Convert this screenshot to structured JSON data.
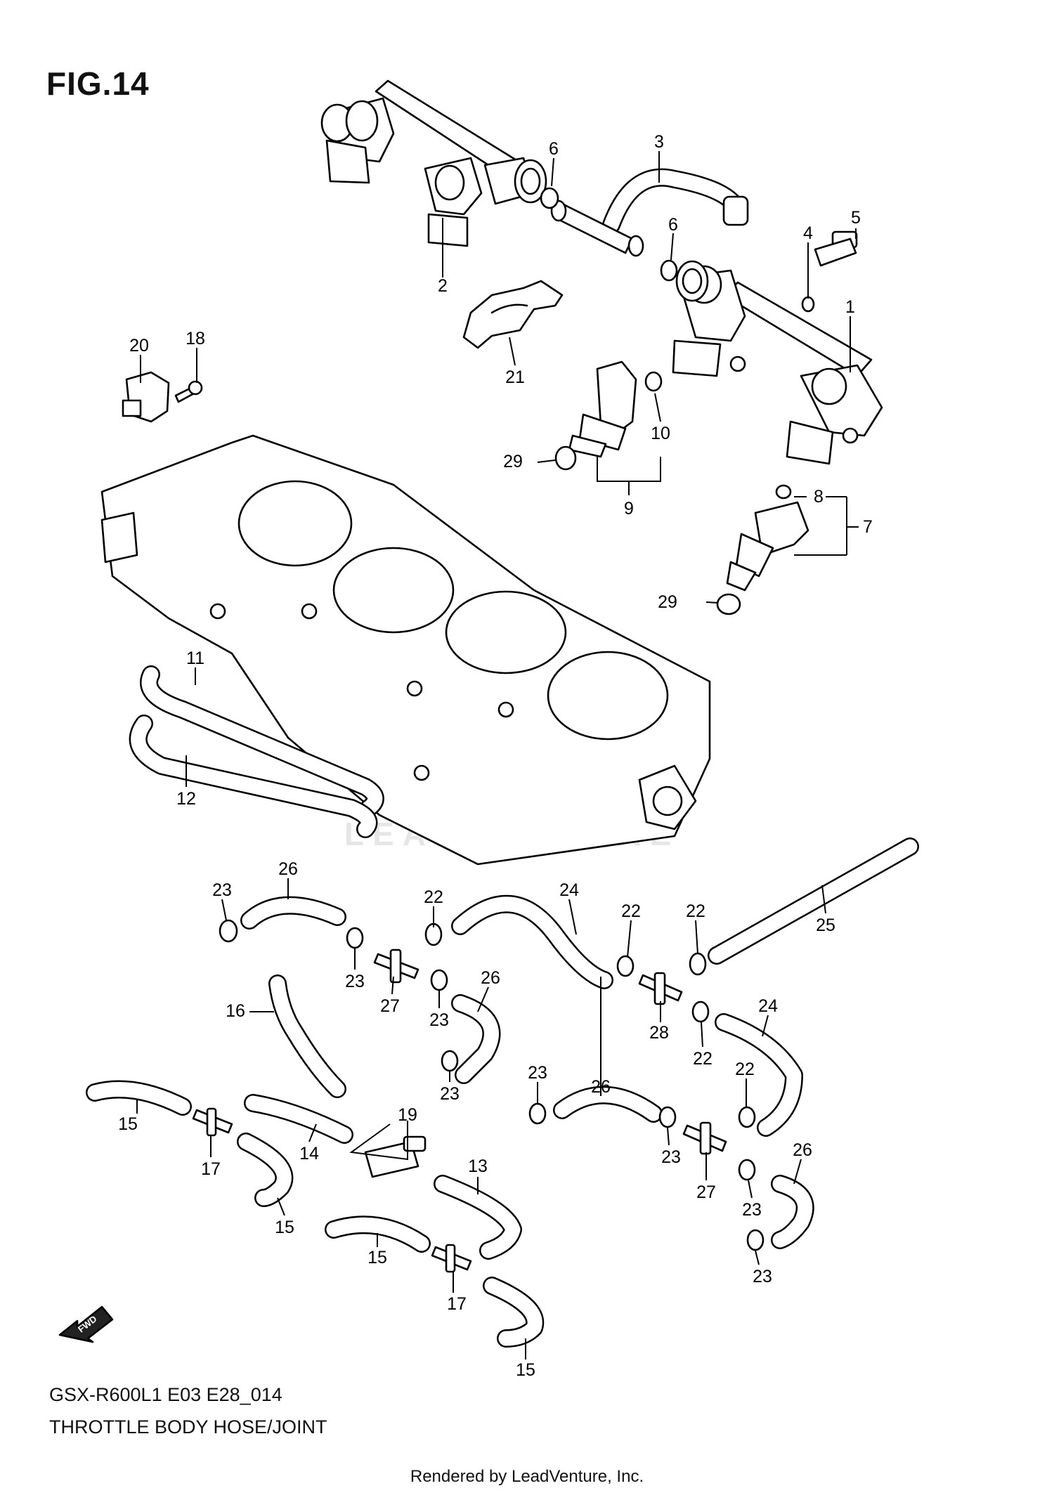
{
  "figure": {
    "title": "FIG.14",
    "model_code": "GSX-R600L1 E03 E28_014",
    "caption": "THROTTLE BODY HOSE/JOINT",
    "render_credit": "Rendered by LeadVenture, Inc.",
    "watermark": "LEADVENTURE"
  },
  "fwd_arrow": {
    "label": "FWD"
  },
  "callouts": {
    "c1": "1",
    "c2": "2",
    "c3": "3",
    "c4": "4",
    "c5": "5",
    "c6a": "6",
    "c6b": "6",
    "c7": "7",
    "c8": "8",
    "c9": "9",
    "c10": "10",
    "c11": "11",
    "c12": "12",
    "c13": "13",
    "c14": "14",
    "c15a": "15",
    "c15b": "15",
    "c15c": "15",
    "c15d": "15",
    "c16": "16",
    "c17a": "17",
    "c17b": "17",
    "c18": "18",
    "c19": "19",
    "c20": "20",
    "c21": "21",
    "c22a": "22",
    "c22b": "22",
    "c22c": "22",
    "c22d": "22",
    "c22e": "22",
    "c23a": "23",
    "c23b": "23",
    "c23c": "23",
    "c23d": "23",
    "c23e": "23",
    "c23f": "23",
    "c23g": "23",
    "c23h": "23",
    "c23i": "23",
    "c24a": "24",
    "c24b": "24",
    "c25": "25",
    "c26a": "26",
    "c26b": "26",
    "c26c": "26",
    "c26d": "26",
    "c27a": "27",
    "c27b": "27",
    "c28": "28",
    "c29a": "29",
    "c29b": "29"
  },
  "colors": {
    "line": "#000000",
    "background": "#ffffff",
    "watermark": "#e6e6e6"
  }
}
